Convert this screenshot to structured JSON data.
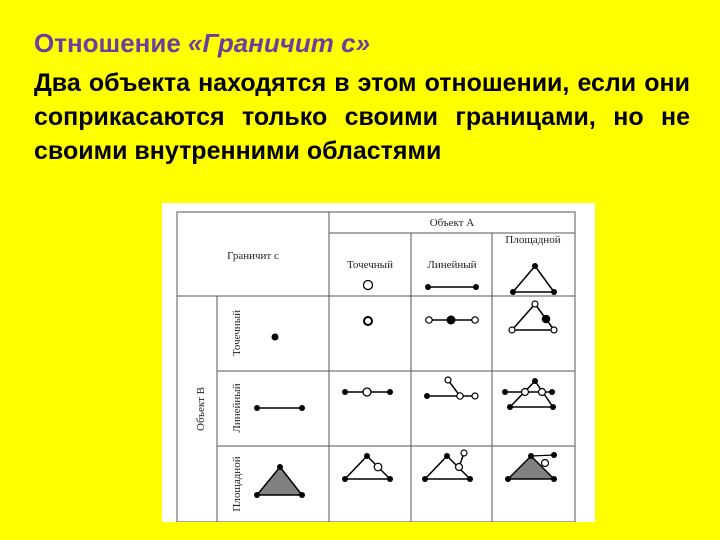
{
  "slide": {
    "title_prefix": "Отношение ",
    "title_italic": "«Граничит с»",
    "body": "Два объекта находятся в этом отношении, если они соприкасаются только своими границами, но не своими внутренними областями"
  },
  "table": {
    "corner_label": "Граничит с",
    "object_a_label": "Объект А",
    "object_b_label": "Объект В",
    "columns": [
      "Точечный",
      "Линейный",
      "Площадной"
    ],
    "rows": [
      "Точечный",
      "Линейный",
      "Площадной"
    ]
  },
  "colors": {
    "background": "#ffff00",
    "title": "#6b3fa0",
    "text": "#000000",
    "area_fill": "#808080"
  }
}
